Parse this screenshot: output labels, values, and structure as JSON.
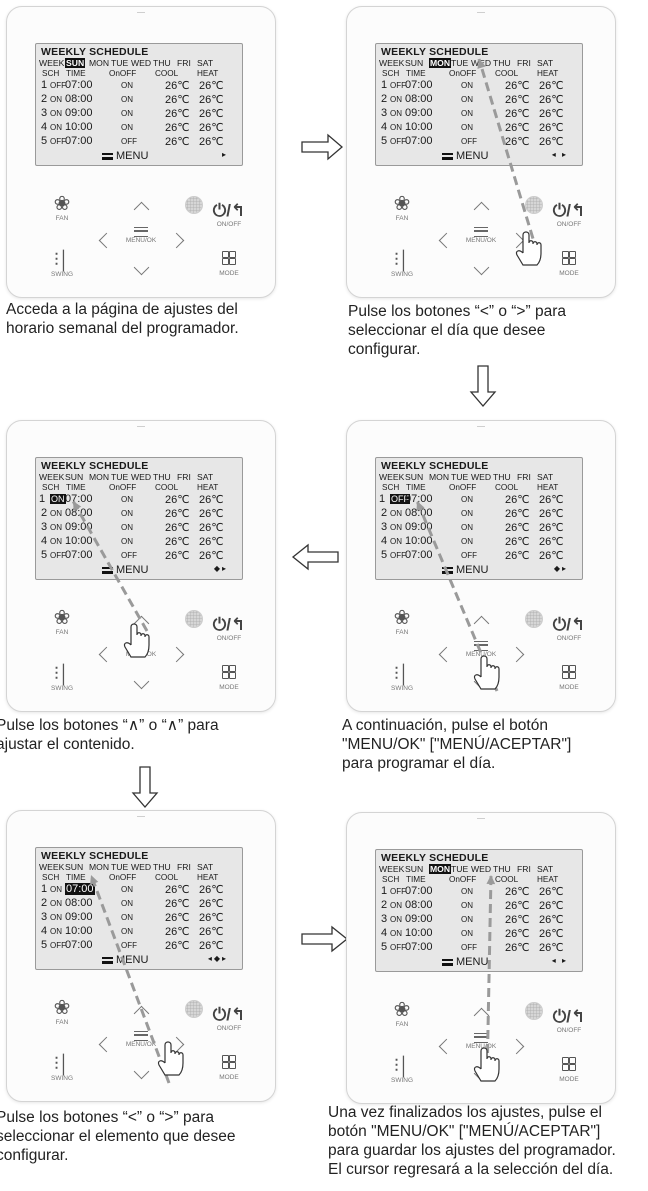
{
  "screen": {
    "title": "WEEKLY SCHEDULE",
    "week_label": "WEEK",
    "days": [
      "SUN",
      "MON",
      "TUE",
      "WED",
      "THU",
      "FRI",
      "SAT"
    ],
    "columns": [
      "SCH",
      "TIME",
      "OnOFF",
      "COOL",
      "HEAT"
    ],
    "rows": [
      {
        "num": "1",
        "onoff": "OFF",
        "time": "07:00",
        "state": "ON",
        "cool": "26℃",
        "heat": "26℃"
      },
      {
        "num": "2",
        "onoff": "ON",
        "time": "08:00",
        "state": "ON",
        "cool": "26℃",
        "heat": "26℃"
      },
      {
        "num": "3",
        "onoff": "ON",
        "time": "09:00",
        "state": "ON",
        "cool": "26℃",
        "heat": "26℃"
      },
      {
        "num": "4",
        "onoff": "ON",
        "time": "10:00",
        "state": "ON",
        "cool": "26℃",
        "heat": "26℃"
      },
      {
        "num": "5",
        "onoff": "OFF",
        "time": "07:00",
        "state": "OFF",
        "cool": "26℃",
        "heat": "26℃"
      }
    ],
    "menu_label": "MENU"
  },
  "buttons": {
    "fan": "FAN",
    "swing": "SWING",
    "menu_ok": "MENU/OK",
    "power": "ON/OFF",
    "mode": "MODE"
  },
  "panels": [
    {
      "id": "p1",
      "selected_day": "SUN",
      "row1_onoff": "OFF",
      "nav_indicator": "▸",
      "caption": [
        "Acceda a la página de ajustes del",
        "horario semanal del programador."
      ]
    },
    {
      "id": "p2",
      "selected_day": "MON",
      "row1_onoff": "OFF",
      "nav_indicator": "◂ ▸",
      "caption": [
        "Pulse los botones “<” o “>” para",
        "seleccionar el día que desee",
        "configurar."
      ]
    },
    {
      "id": "p3",
      "selected_day": "",
      "row1_onoff": "ON",
      "nav_indicator": "◆▸",
      "caption": [
        "Pulse los botones “∧” o “∧” para",
        "ajustar el contenido."
      ]
    },
    {
      "id": "p4",
      "selected_day": "",
      "row1_onoff": "OFF",
      "nav_indicator": "◆▸",
      "caption": [
        "A continuación, pulse el botón",
        "\"MENU/OK\" [\"MENÚ/ACEPTAR\"]",
        "para programar el día."
      ]
    },
    {
      "id": "p5",
      "selected_day": "",
      "row1_onoff": "ON",
      "nav_indicator": "◂◆▸",
      "caption": [
        "Pulse los botones “<” o “>” para",
        "seleccionar el elemento que desee",
        "configurar."
      ]
    },
    {
      "id": "p6",
      "selected_day": "MON",
      "row1_onoff": "OFF",
      "nav_indicator": "◂ ▸",
      "caption": [
        "Una vez finalizados los ajustes, pulse el",
        "botón \"MENU/OK\" [\"MENÚ/ACEPTAR\"]",
        "para guardar los ajustes del programador.",
        "El cursor regresará a la selección del día."
      ]
    }
  ]
}
